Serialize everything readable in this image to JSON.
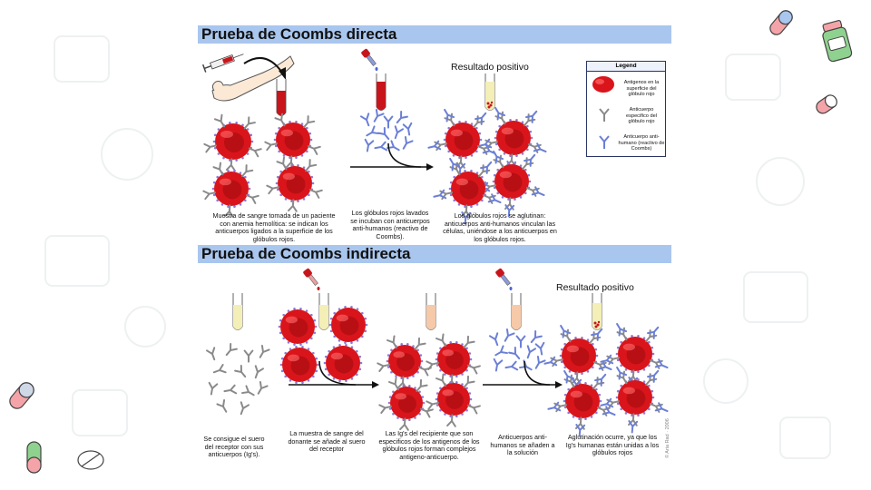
{
  "direct": {
    "title": "Prueba de Coombs directa",
    "result_label": "Resultado positivo",
    "captions": [
      "Muestra de sangre tomada de un paciente con anemia hemolítica: se indican los anticuerpos ligados a la superficie de los glóbulos rojos.",
      "Los glóbulos rojos lavados se incuban con anticuerpos anti-humanos (reactivo de Coombs).",
      "Los glóbulos rojos se aglutinan: anticuerpos anti-humanos vinculan las células, uniéndose a los anticuerpos en los glóbulos rojos."
    ]
  },
  "indirect": {
    "title": "Prueba de Coombs indirecta",
    "result_label": "Resultado positivo",
    "captions": [
      "Se consigue el suero del receptor con sus anticuerpos (Ig's).",
      "La muestra de sangre del donante se añade al suero del receptor",
      "Las Ig's del recipiente que son especificos de los antigenos de los glóbulos rojos forman complejos antigeno-anticuerpo.",
      "Anticuerpos anti-humanos se añaden a la solución",
      "Aglutinación ocurre, ya que los Ig's humanas están unidas a los glóbulos rojos"
    ]
  },
  "legend": {
    "title": "Legend",
    "items": [
      "Antigenos en la superficie del glóbulo rojo",
      "Anticuerpo especifico del glóbulo rojo",
      "Anticuerpo anti-humano (reactivo de Coombs)"
    ]
  },
  "copyright": "© Aria Rad · 2006",
  "colors": {
    "header_bg": "#a9c6ee",
    "rbc": "#d9151b",
    "antibody_grey": "#8a8a8a",
    "antibody_blue": "#6b7fd6",
    "blood": "#c8151b",
    "serum": "#f3efb6"
  },
  "icons": [
    "syringe-icon",
    "arm-icon",
    "test-tube-icon",
    "dropper-icon",
    "pill-capsule-icon",
    "medicine-bottle-icon"
  ]
}
